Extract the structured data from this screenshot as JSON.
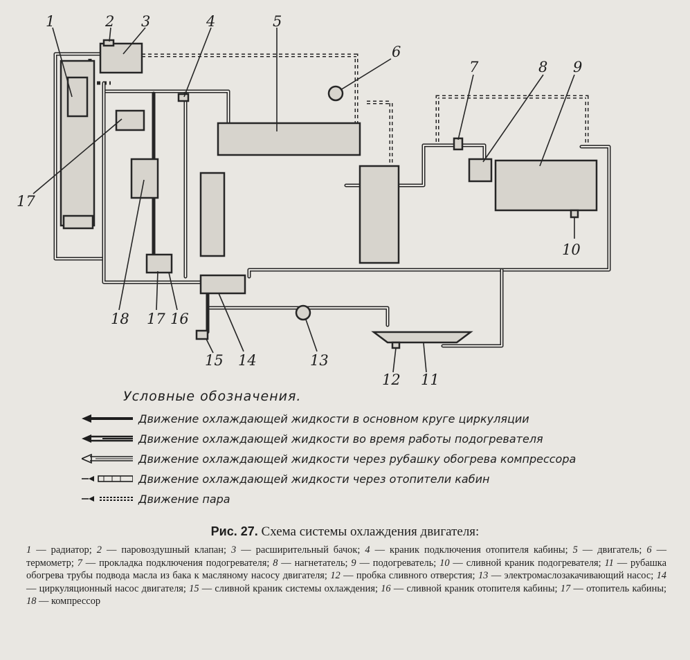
{
  "diagram": {
    "labels": [
      "1",
      "2",
      "3",
      "4",
      "5",
      "6",
      "7",
      "8",
      "9",
      "10",
      "11",
      "12",
      "13",
      "14",
      "15",
      "16",
      "17",
      "17",
      "18"
    ]
  },
  "legend": {
    "title": "Условные обозначения.",
    "items": [
      {
        "icon": "arrow-main-circulation-icon",
        "text": "Движение охлаждающей жидкости в основном круге циркуляции"
      },
      {
        "icon": "arrow-heater-operation-icon",
        "text": "Движение охлаждающей жидкости во время работы подогревателя"
      },
      {
        "icon": "arrow-compressor-jacket-icon",
        "text": "Движение охлаждающей жидкости через рубашку обогрева компрессора"
      },
      {
        "icon": "arrow-cab-heaters-icon",
        "text": "Движение охлаждающей жидкости через отопители кабин"
      },
      {
        "icon": "arrow-steam-icon",
        "text": "Движение пара"
      }
    ]
  },
  "caption": {
    "figure_label": "Рис. 27.",
    "figure_title": "Схема системы охлаждения двигателя:",
    "parts": [
      {
        "n": "1",
        "text": "радиатор;"
      },
      {
        "n": "2",
        "text": "паровоздушный клапан;"
      },
      {
        "n": "3",
        "text": "расширительный бачок;"
      },
      {
        "n": "4",
        "text": "краник подключения отопителя кабины;"
      },
      {
        "n": "5",
        "text": "двигатель;"
      },
      {
        "n": "6",
        "text": "термометр;"
      },
      {
        "n": "7",
        "text": "прокладка подключения подогревателя;"
      },
      {
        "n": "8",
        "text": "нагнетатель;"
      },
      {
        "n": "9",
        "text": "подогреватель;"
      },
      {
        "n": "10",
        "text": "сливной краник подогревателя;"
      },
      {
        "n": "11",
        "text": "рубашка обогрева трубы подвода масла из бака к масляному насосу двигателя;"
      },
      {
        "n": "12",
        "text": "пробка сливного отверстия;"
      },
      {
        "n": "13",
        "text": "электромаслозакачивающий насос;"
      },
      {
        "n": "14",
        "text": "циркуляционный насос двигателя;"
      },
      {
        "n": "15",
        "text": "сливной краник системы охлаждения;"
      },
      {
        "n": "16",
        "text": "сливной краник отопителя кабины;"
      },
      {
        "n": "17",
        "text": "отопитель кабины;"
      },
      {
        "n": "18",
        "text": "компрессор"
      }
    ]
  },
  "colors": {
    "ink": "#1e1e1e",
    "paper": "#e9e7e2"
  }
}
